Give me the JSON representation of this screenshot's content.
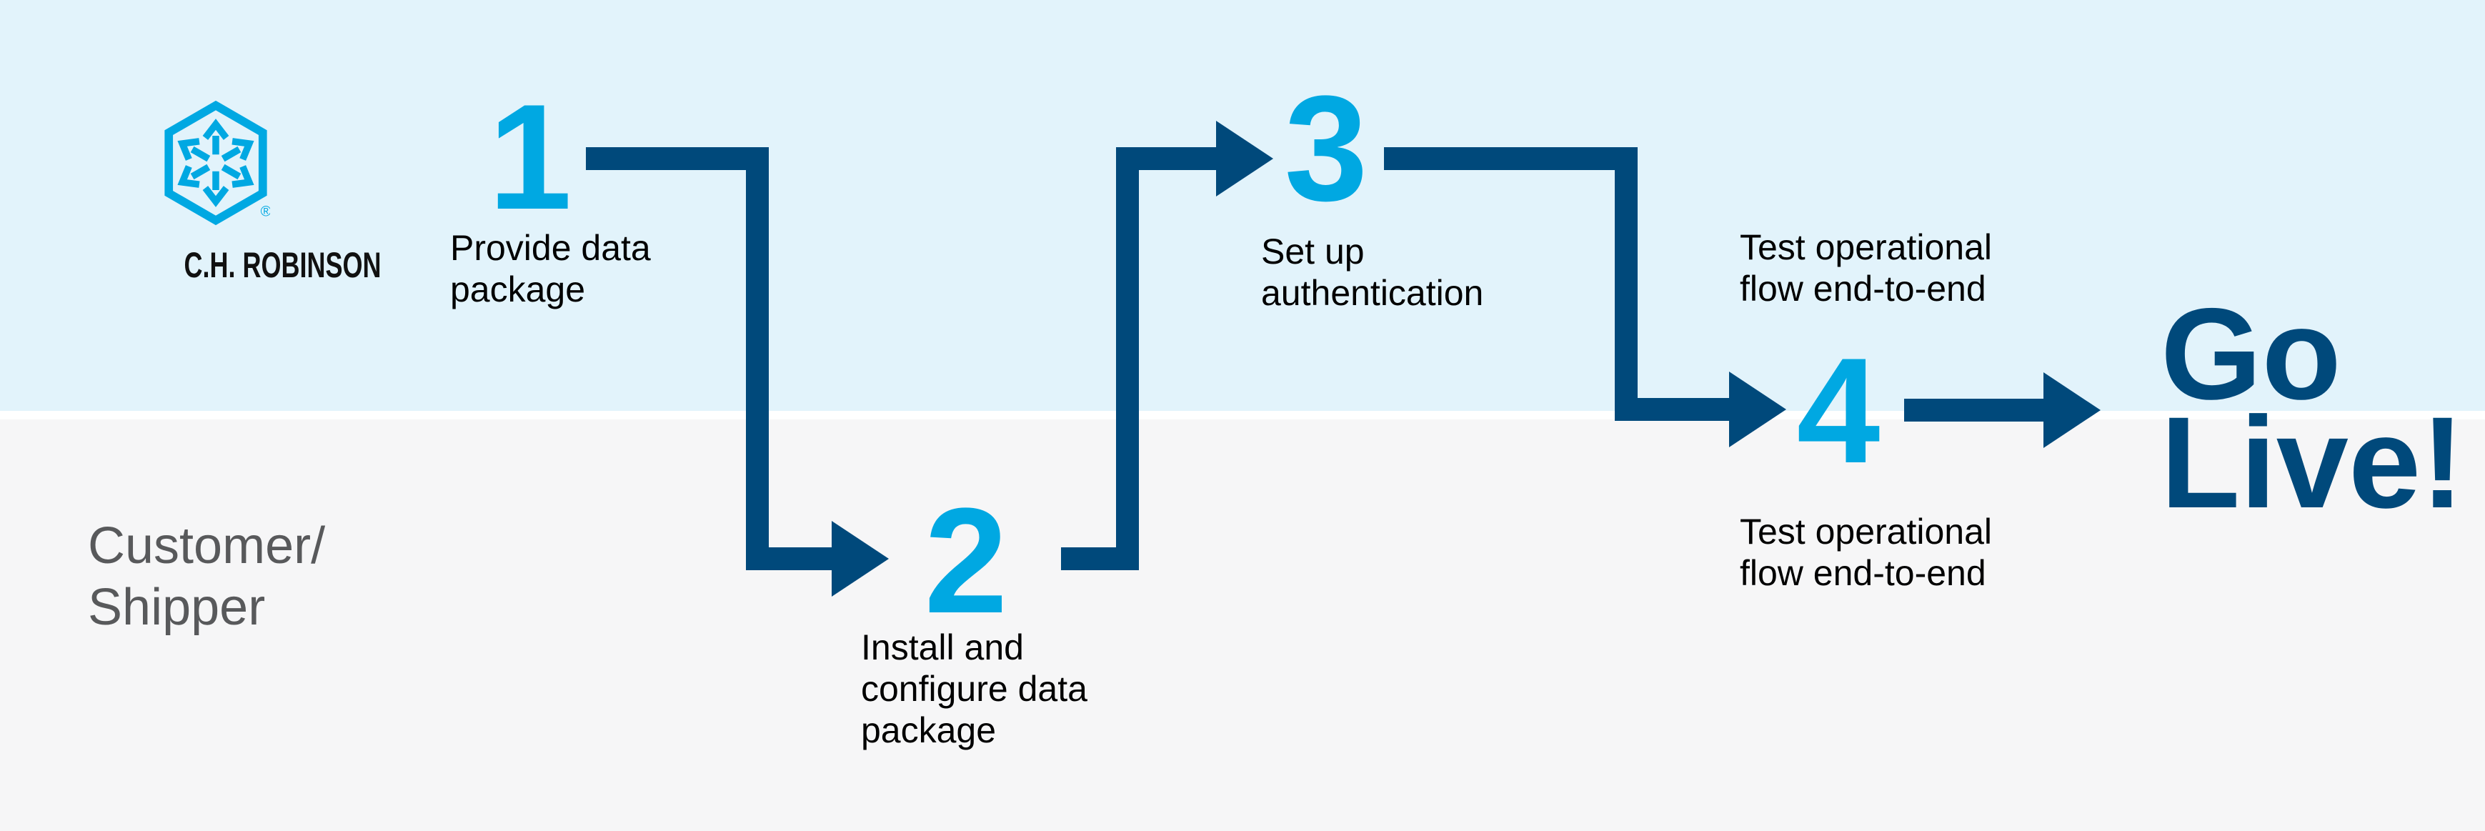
{
  "colors": {
    "accent_cyan": "#00A8E2",
    "navy": "#00497B",
    "lane_top_bg": "#E2F3FB",
    "lane_bottom_bg": "#F6F6F7",
    "divider": "#FFFFFF",
    "label_text": "#000000",
    "lane_label_text": "#58595B"
  },
  "logo": {
    "wordmark": "C.H. ROBINSON",
    "registered_mark": "®",
    "icon": "hexagon-cube-arrows"
  },
  "lanes": {
    "top": {
      "actor": "C.H. Robinson"
    },
    "bottom": {
      "label_lines": [
        "Customer/",
        "Shipper"
      ]
    }
  },
  "steps": [
    {
      "number": "1",
      "lane": "top",
      "label_lines": [
        "Provide data",
        "package"
      ]
    },
    {
      "number": "2",
      "lane": "bottom",
      "label_lines": [
        "Install and",
        "configure data",
        "package"
      ]
    },
    {
      "number": "3",
      "lane": "top",
      "label_lines": [
        "Set up",
        "authentication"
      ]
    },
    {
      "number": "4",
      "lane": "both",
      "label_top_lines": [
        "Test operational",
        "flow end-to-end"
      ],
      "label_bottom_lines": [
        "Test operational",
        "flow end-to-end"
      ]
    }
  ],
  "goal": {
    "line1": "Go",
    "line2": "Live!"
  },
  "flow": {
    "connections": [
      "1 to 2",
      "2 to 3",
      "3 to 4",
      "4 to Go Live!"
    ]
  }
}
